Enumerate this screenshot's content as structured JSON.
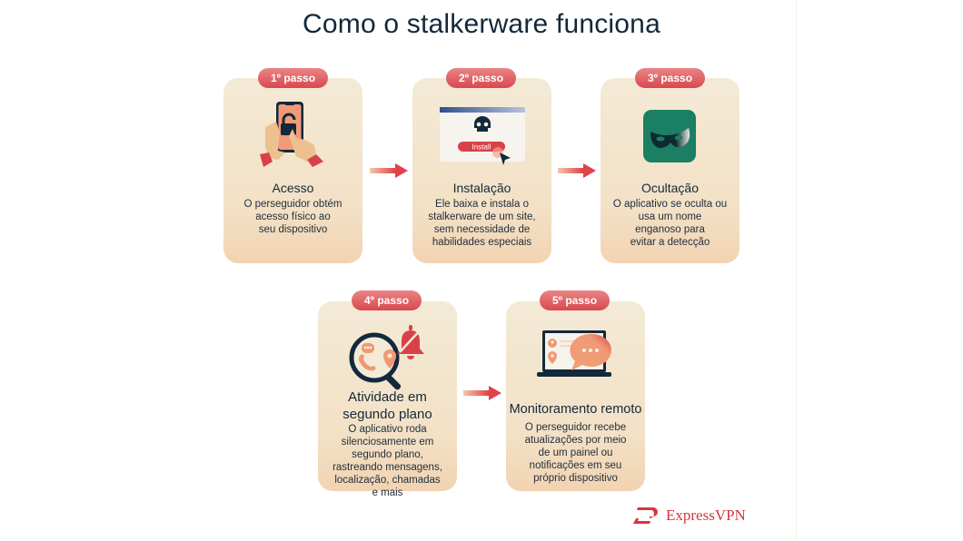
{
  "title": "Como o stalkerware funciona",
  "steps": [
    {
      "badge": "1º passo",
      "title": "Acesso",
      "description": "O perseguidor obtém\nacesso físico ao\nseu dispositivo",
      "icon": "hands-unlocking-phone-icon"
    },
    {
      "badge": "2º passo",
      "title": "Instalação",
      "description": "Ele baixa e instala o\nstalkerware de um site,\nsem necessidade de\nhabilidades especiais",
      "icon": "browser-install-skull-icon",
      "icon_button_label": "Install"
    },
    {
      "badge": "3º passo",
      "title": "Ocultação",
      "description": "O aplicativo se oculta ou\nusa um nome\nenganoso para\nevitar a detecção",
      "icon": "mask-app-icon"
    },
    {
      "badge": "4º passo",
      "title": "Atividade em\nsegundo plano",
      "title_line1": "Atividade em",
      "title_line2": "segundo plano",
      "description": "O aplicativo roda\nsilenciosamente em\nsegundo plano,\nrastreando mensagens,\nlocalização, chamadas\ne mais",
      "icon": "magnifier-muted-bell-icon"
    },
    {
      "badge": "5º passo",
      "title": "Monitoramento remoto",
      "description": "O perseguidor recebe\natualizações por meio\nde um painel ou\nnotificações em seu\npróprio dispositivo",
      "icon": "laptop-chat-bubble-icon"
    }
  ],
  "arrows": [
    "step1-to-step2",
    "step2-to-step3",
    "step4-to-step5"
  ],
  "brand": {
    "name": "ExpressVPN",
    "color": "#d8363e"
  },
  "colors": {
    "title": "#13283b",
    "card_top": "#f3ead6",
    "card_bottom": "#f2d3b2",
    "badge": "#d9484e",
    "mask_app": "#1a7f63",
    "dark": "#13283b",
    "accent_orange": "#ef9a72"
  }
}
